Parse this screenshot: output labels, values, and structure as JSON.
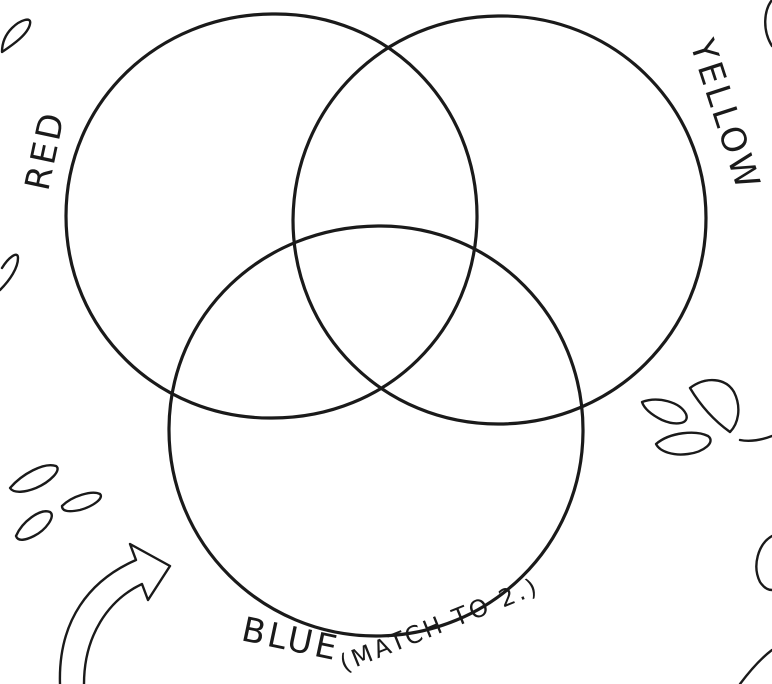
{
  "diagram": {
    "type": "venn",
    "circles": [
      {
        "id": "red",
        "label": "RED"
      },
      {
        "id": "yellow",
        "label": "YELLOW"
      },
      {
        "id": "blue",
        "label": "BLUE",
        "label_suffix": "(MATCH TO 2.)"
      }
    ],
    "ink_color": "#1a1a1a",
    "background": "#ffffff"
  }
}
